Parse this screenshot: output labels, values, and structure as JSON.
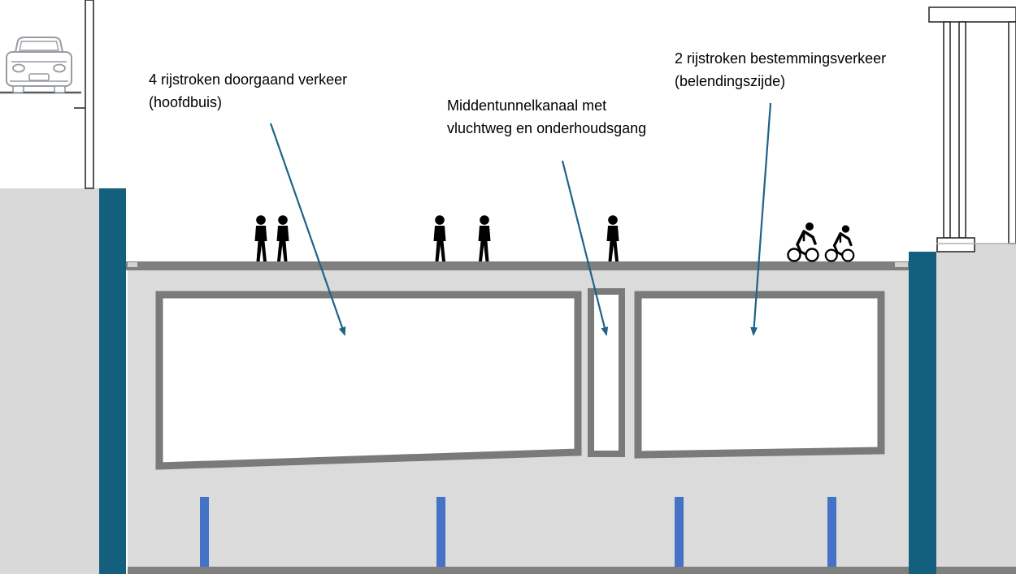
{
  "diagram": {
    "type": "tunnel-cross-section",
    "annotations": {
      "main_tube": {
        "line1": "4 rijstroken doorgaand verkeer",
        "line2": "(hoofdbuis)"
      },
      "middle_channel": {
        "line1": "Middentunnelkanaal met",
        "line2": "vluchtweg en onderhoudsgang"
      },
      "destination_tube": {
        "line1": "2 rijstroken bestemmingsverkeer",
        "line2": "(belendingszijde)"
      }
    },
    "icons": {
      "car": "car-icon",
      "pedestrian": "pedestrian-icon",
      "cyclist": "cyclist-icon"
    },
    "colors": {
      "diaphragm_wall": "#155f7e",
      "soil": "#d9d9d9",
      "tunnel_concrete": "#dbdbdb",
      "chamber_border": "#7a7a7a",
      "roof_slab": "#7f7f7f",
      "pile": "#4472c4",
      "arrow": "#1f6386",
      "text": "#000000"
    }
  }
}
